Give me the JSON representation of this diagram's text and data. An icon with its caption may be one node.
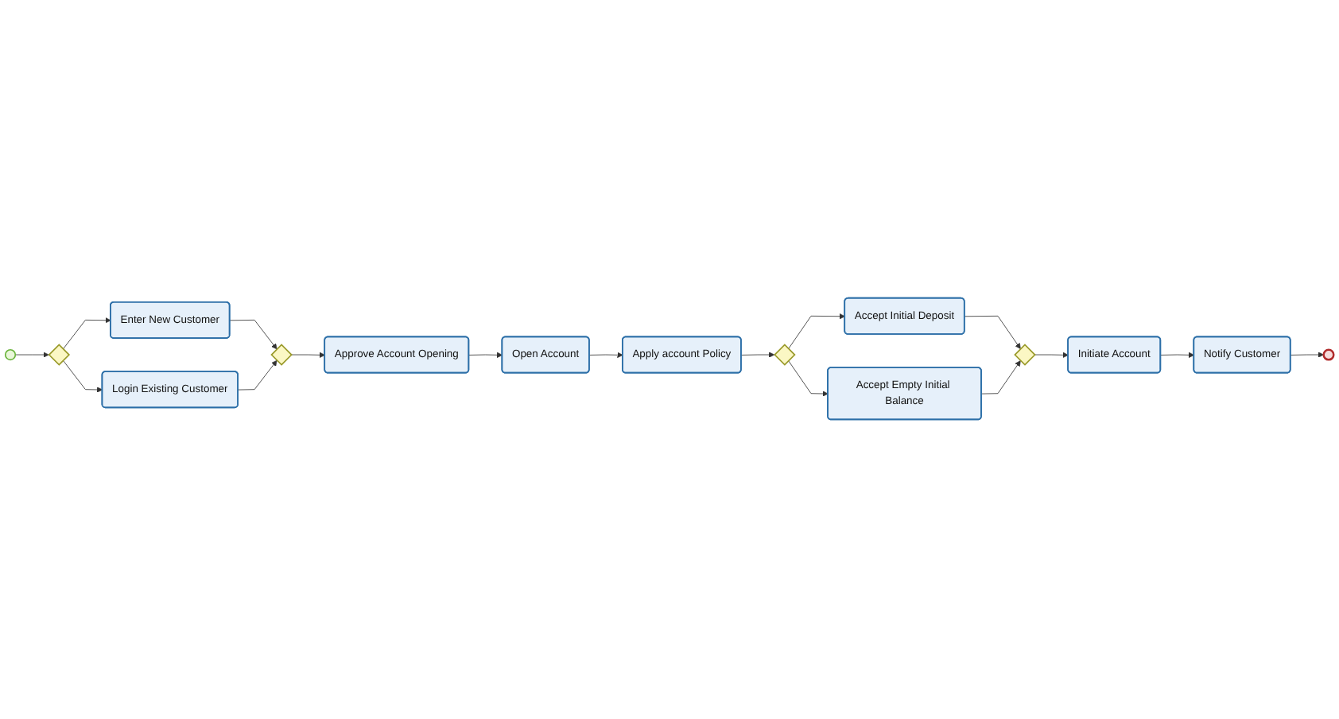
{
  "diagram": {
    "nodes": [
      {
        "text": [],
        "shape": "circle"
      },
      {
        "text": [],
        "shape": "diamond"
      },
      {
        "text": [
          "Enter New Customer"
        ]
      },
      {
        "text": [
          "Login Existing Customer"
        ]
      },
      {
        "text": [],
        "shape": "diamond"
      },
      {
        "text": [
          "Approve Account Opening"
        ]
      },
      {
        "text": [
          "Open Account"
        ]
      },
      {
        "text": [
          "Apply account Policy"
        ]
      },
      {
        "text": [
          "Accept Initial Deposit"
        ]
      },
      {
        "text": [],
        "shape": "diamond"
      },
      {
        "text": [],
        "shape": "circle"
      },
      {
        "text": [
          "Notify Customer"
        ]
      },
      {
        "text": [
          "Initiate Account"
        ]
      },
      {
        "text": [],
        "shape": "diamond"
      },
      {
        "text": [
          "Accept Empty Initial Balance"
        ]
      }
    ],
    "edges": [
      {
        "from": 0,
        "to": 1,
        "arrow": "to"
      },
      {
        "from": 1,
        "to": 2,
        "arrow": "to"
      },
      {
        "from": 1,
        "to": 3,
        "arrow": "to"
      },
      {
        "from": 2,
        "to": 4,
        "arrow": "to"
      },
      {
        "from": 3,
        "to": 4,
        "arrow": "to"
      },
      {
        "from": 4,
        "to": 5,
        "arrow": "to"
      },
      {
        "from": 5,
        "to": 6,
        "arrow": "to"
      },
      {
        "from": 6,
        "to": 7,
        "arrow": "to"
      },
      {
        "from": 7,
        "to": 9,
        "arrow": "to"
      },
      {
        "from": 9,
        "to": 8,
        "arrow": "to"
      },
      {
        "from": 9,
        "to": 14,
        "arrow": "to"
      },
      {
        "from": 8,
        "to": 13,
        "arrow": "to"
      },
      {
        "from": 14,
        "to": 13,
        "arrow": "to"
      },
      {
        "from": 13,
        "to": 12,
        "arrow": "to"
      },
      {
        "from": 12,
        "to": 11,
        "arrow": "to"
      },
      {
        "from": 11,
        "to": 10,
        "arrow": "to"
      }
    ]
  }
}
